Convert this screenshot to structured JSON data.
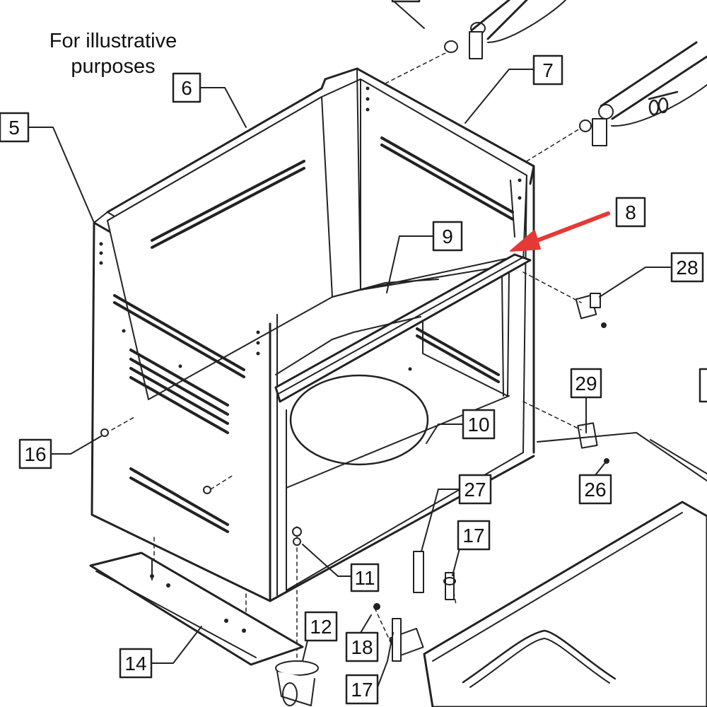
{
  "note": {
    "line1": "For illustrative",
    "line2": "purposes"
  },
  "callouts": {
    "c5": "5",
    "c6": "6",
    "c7": "7",
    "c8": "8",
    "c9": "9",
    "c10": "10",
    "c11": "11",
    "c12": "12",
    "c14": "14",
    "c16": "16",
    "c17a": "17",
    "c17b": "17",
    "c18": "18",
    "c26": "26",
    "c27": "27",
    "c28": "28",
    "c29": "29"
  },
  "colors": {
    "line": "#222222",
    "highlight_arrow": "#e53935"
  }
}
